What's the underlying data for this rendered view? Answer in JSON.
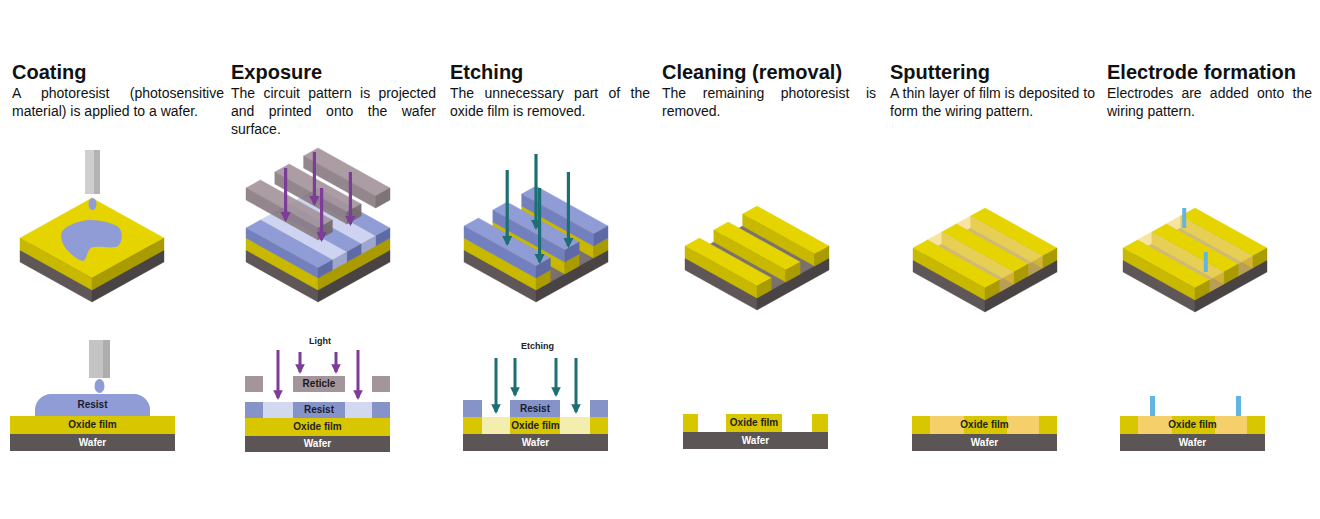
{
  "diagram": {
    "nodes": [
      {
        "text": [
          "Resist"
        ]
      },
      {
        "text": [
          "Oxide film"
        ]
      },
      {
        "text": [
          "Wafer"
        ]
      },
      {
        "text": [
          "Reticle"
        ]
      },
      {
        "text": [
          "Resist"
        ]
      },
      {
        "text": [
          "Oxide film"
        ]
      },
      {
        "text": [
          "Wafer"
        ]
      },
      {
        "text": [
          "Resist"
        ]
      },
      {
        "text": [
          "Oxide film"
        ]
      },
      {
        "text": [
          "Wafer"
        ]
      },
      {
        "text": [
          "Oxide film"
        ]
      },
      {
        "text": [
          "Wafer"
        ]
      },
      {
        "text": [
          "Oxide film"
        ]
      },
      {
        "text": [
          "Wafer"
        ]
      },
      {
        "text": [
          "Oxide film"
        ]
      },
      {
        "text": [
          "Wafer"
        ]
      }
    ],
    "labels": [
      "Coating",
      "A photoresist (photosensitive material) is applied to a wafer.",
      "Exposure",
      "The circuit pattern is projected and printed onto the wafer surface.",
      "Etching",
      "The unnecessary part of the oxide film is removed.",
      "Cleaning (removal)",
      "The remaining photoresist is removed.",
      "Sputtering",
      "A thin layer of film is deposited to form the wiring pattern.",
      "Electrode formation",
      "Electrodes are added onto the wiring pattern.",
      "Light",
      "Etching"
    ]
  }
}
